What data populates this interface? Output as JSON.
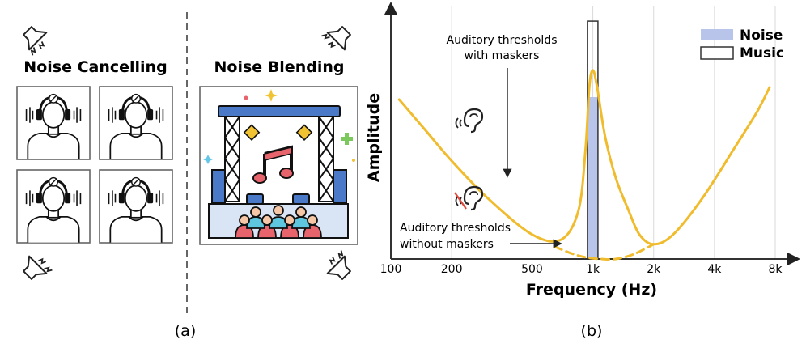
{
  "panel_a": {
    "left_title": "Noise Cancelling",
    "right_title": "Noise Blending",
    "caption": "(a)",
    "icons": {
      "speaker": "megaphone-speaker-icon",
      "listener": "person-with-headphones-icon",
      "concert": "concert-stage-icon",
      "music": "music-note-icon"
    }
  },
  "panel_b": {
    "caption": "(b)",
    "annotation_with": [
      "Auditory thresholds",
      "with maskers"
    ],
    "annotation_without": [
      "Auditory thresholds",
      "without maskers"
    ],
    "icons": {
      "ear_hearing": "ear-hearing-icon",
      "ear_muted": "ear-muted-icon"
    },
    "colors": {
      "curve": "#F0BC2E",
      "noise_fill": "#B8C4EA",
      "music_edge": "#333333",
      "grid": "#D9D9D9"
    }
  },
  "chart_data": {
    "type": "line",
    "xlabel": "Frequency (Hz)",
    "ylabel": "Amplitude",
    "x_scale": "log",
    "x_ticks": [
      100,
      200,
      500,
      1000,
      2000,
      4000,
      8000
    ],
    "x_tick_labels": [
      "100",
      "200",
      "500",
      "1k",
      "2k",
      "4k",
      "8k"
    ],
    "grid": "vertical",
    "legend": {
      "placement": "top-right",
      "entries": [
        "Noise",
        "Music"
      ]
    },
    "bars": [
      {
        "name": "Noise",
        "x_from": 940,
        "x_to": 1060,
        "value": 0.66
      },
      {
        "name": "Music",
        "x_from": 940,
        "x_to": 1060,
        "value": 0.97
      }
    ],
    "series": [
      {
        "name": "with maskers",
        "style": "solid",
        "x": [
          110,
          150,
          200,
          300,
          500,
          700,
          850,
          920,
          960,
          1000,
          1050,
          1150,
          1300,
          1500,
          1700,
          2000,
          2500,
          3500,
          5000,
          6500,
          7500
        ],
        "y": [
          0.65,
          0.52,
          0.4,
          0.25,
          0.1,
          0.08,
          0.2,
          0.45,
          0.7,
          0.77,
          0.7,
          0.5,
          0.33,
          0.2,
          0.1,
          0.06,
          0.1,
          0.25,
          0.45,
          0.6,
          0.7
        ]
      },
      {
        "name": "without maskers",
        "style": "dashed",
        "x": [
          650,
          800,
          950,
          1100,
          1300,
          1600,
          2000
        ],
        "y": [
          0.05,
          0.02,
          0.005,
          0.0,
          0.0,
          0.02,
          0.06
        ]
      }
    ]
  }
}
